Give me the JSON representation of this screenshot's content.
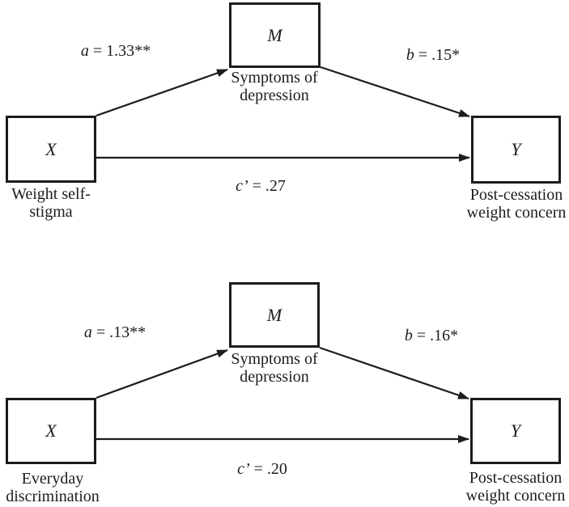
{
  "figure": {
    "background": "#ffffff",
    "line_color": "#1c1c1c"
  },
  "diagrams": [
    {
      "name": "weight-self-stigma-model",
      "m": {
        "letter": "M",
        "caption1": "Symptoms of",
        "caption2": "depression"
      },
      "x": {
        "letter": "X",
        "caption1": "Weight self-",
        "caption2": "stigma"
      },
      "y": {
        "letter": "Y",
        "caption1": "Post-cessation",
        "caption2": "weight concern"
      },
      "a": {
        "var": "a",
        "eq": " = 1.33**"
      },
      "b": {
        "var": "b",
        "eq": " = .15*"
      },
      "c": {
        "var": "c’",
        "eq": " = .27"
      }
    },
    {
      "name": "everyday-discrimination-model",
      "m": {
        "letter": "M",
        "caption1": "Symptoms of",
        "caption2": "depression"
      },
      "x": {
        "letter": "X",
        "caption1": "Everyday",
        "caption2": "discrimination"
      },
      "y": {
        "letter": "Y",
        "caption1": "Post-cessation",
        "caption2": "weight concern"
      },
      "a": {
        "var": "a",
        "eq": " = .13**"
      },
      "b": {
        "var": "b",
        "eq": " = .16*"
      },
      "c": {
        "var": "c’",
        "eq": " = .20"
      }
    }
  ]
}
